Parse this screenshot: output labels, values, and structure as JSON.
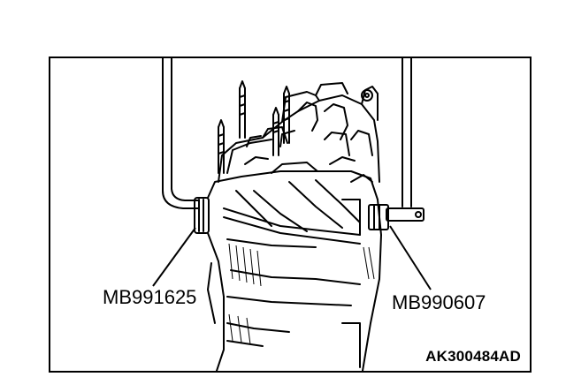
{
  "figure": {
    "callouts": [
      {
        "id": "left",
        "text": "MB991625"
      },
      {
        "id": "right",
        "text": "MB990607"
      }
    ],
    "figure_code": "AK300484AD"
  }
}
